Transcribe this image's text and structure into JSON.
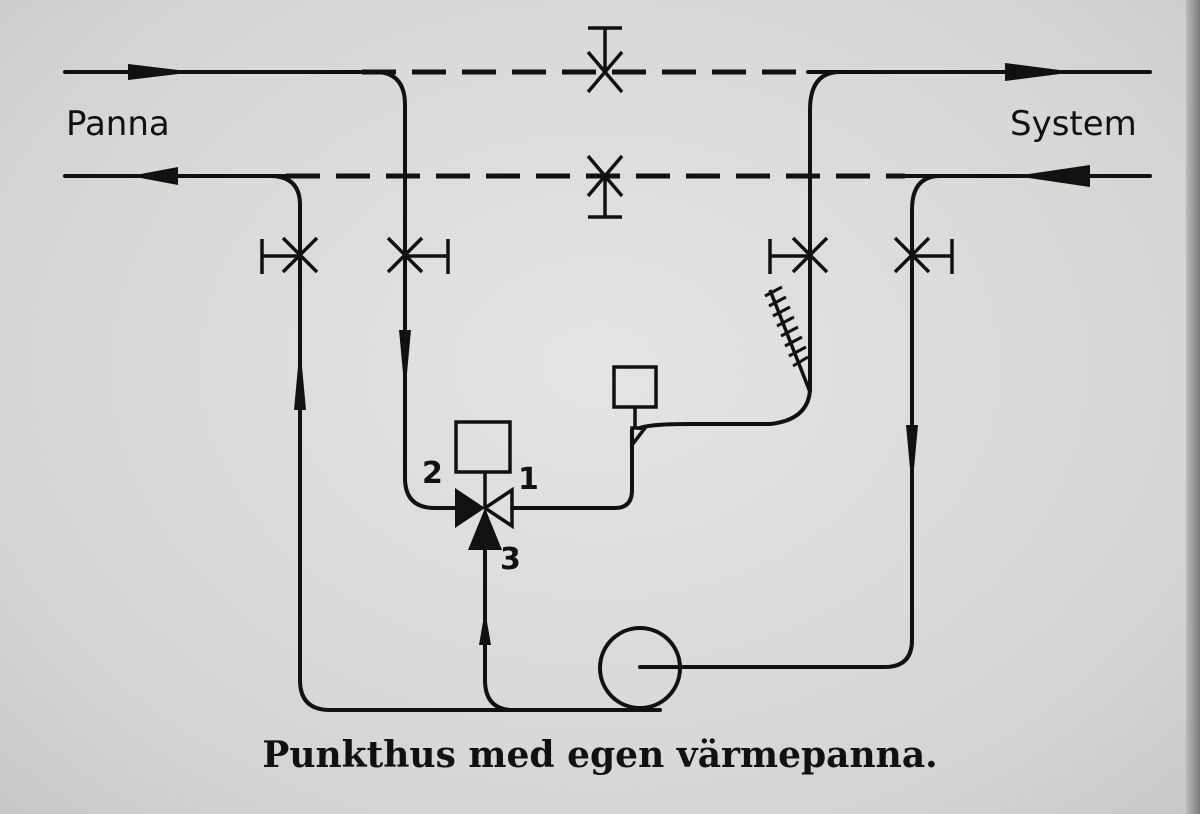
{
  "labels": {
    "left": "Panna",
    "right": "System"
  },
  "valve_ports": {
    "port1": "1",
    "port2": "2",
    "port3": "3"
  },
  "caption": "Punkthus med egen värmepanna.",
  "colors": {
    "ink": "#111111",
    "paper": "#dcdcda"
  },
  "components": [
    "supply-line",
    "return-line",
    "shutoff-valve",
    "three-way-mixing-valve",
    "valve-actuator",
    "controller",
    "temperature-sensor",
    "circulation-pump"
  ]
}
